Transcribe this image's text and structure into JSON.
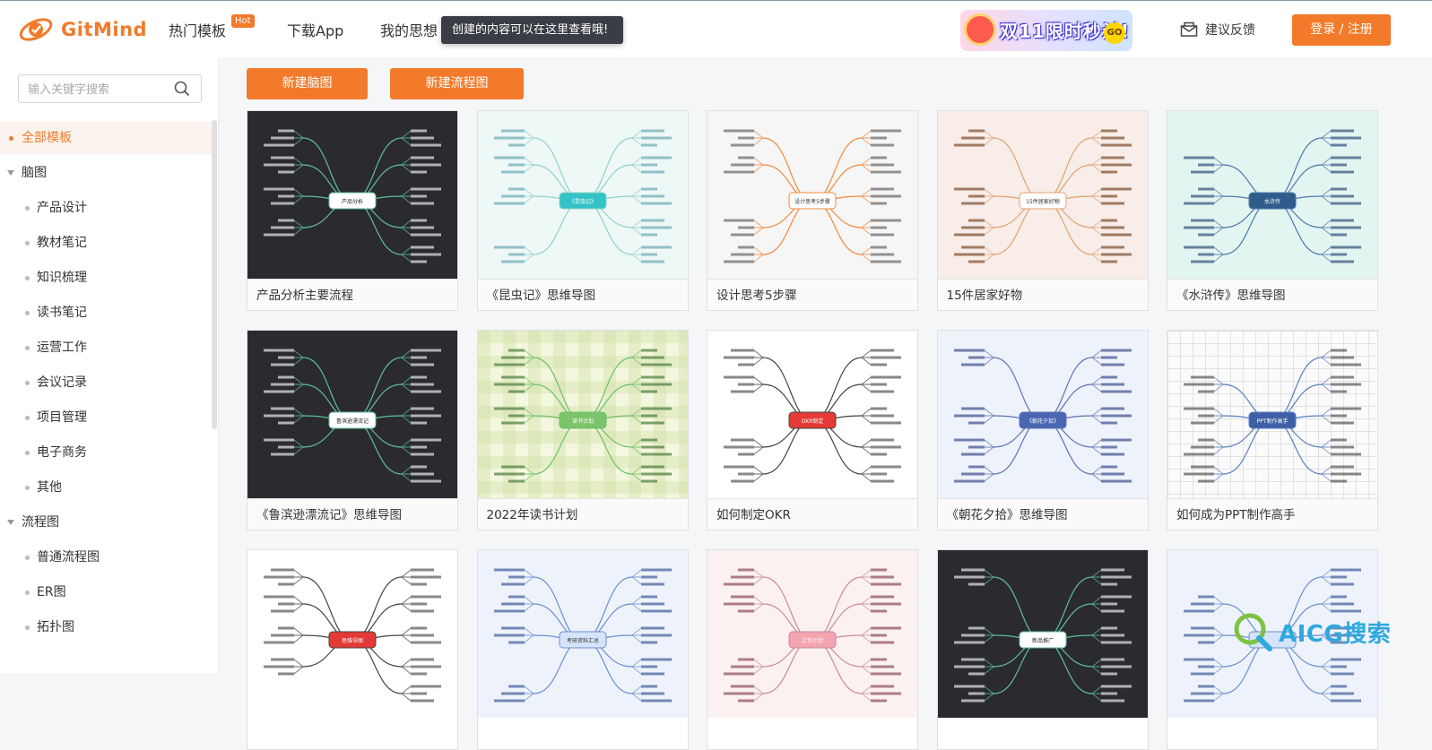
{
  "header": {
    "logo_text": "GitMind",
    "nav": [
      {
        "label": "热门模板"
      },
      {
        "label": "下载App"
      },
      {
        "label": "我的思想"
      }
    ],
    "hot_badge": "Hot",
    "tooltip": "创建的内容可以在这里查看哦!",
    "promo": {
      "text": "双11限时秒杀!",
      "go": "GO"
    },
    "feedback_label": "建议反馈",
    "login_label": "登录 / 注册"
  },
  "sidebar": {
    "search_placeholder": "输入关键字搜索",
    "items": [
      {
        "label": "全部模板",
        "active": true
      },
      {
        "label": "脑图",
        "group": true
      },
      {
        "label": "产品设计"
      },
      {
        "label": "教材笔记"
      },
      {
        "label": "知识梳理"
      },
      {
        "label": "读书笔记"
      },
      {
        "label": "运营工作"
      },
      {
        "label": "会议记录"
      },
      {
        "label": "项目管理"
      },
      {
        "label": "电子商务"
      },
      {
        "label": "其他"
      },
      {
        "label": "流程图",
        "group": true
      },
      {
        "label": "普通流程图"
      },
      {
        "label": "ER图"
      },
      {
        "label": "拓扑图"
      }
    ]
  },
  "toolbar": {
    "new_mindmap": "新建脑图",
    "new_flowchart": "新建流程图"
  },
  "templates": [
    {
      "title": "产品分析主要流程",
      "theme": "dark",
      "center": "产品分析"
    },
    {
      "title": "《昆虫记》思维导图",
      "theme": "mint",
      "center": "《昆虫记》"
    },
    {
      "title": "设计思考5步骤",
      "theme": "light",
      "center": "设计思考5步骤"
    },
    {
      "title": "15件居家好物",
      "theme": "peach",
      "center": "15件居家好物"
    },
    {
      "title": "《水浒传》思维导图",
      "theme": "aqua",
      "center": "水浒传"
    },
    {
      "title": "《鲁滨逊漂流记》思维导图",
      "theme": "dark",
      "center": "鲁滨逊漂流记"
    },
    {
      "title": "2022年读书计划",
      "theme": "check",
      "center": "读书计划"
    },
    {
      "title": "如何制定OKR",
      "theme": "white",
      "center": "OKR制定"
    },
    {
      "title": "《朝花夕拾》思维导图",
      "theme": "lavender",
      "center": "《朝花夕拾》"
    },
    {
      "title": "如何成为PPT制作高手",
      "theme": "grid",
      "center": "PPT制作高手"
    },
    {
      "title": "",
      "theme": "white",
      "center": "思维导图"
    },
    {
      "title": "",
      "theme": "blue",
      "center": "考研资料汇总"
    },
    {
      "title": "",
      "theme": "pink",
      "center": "工作计划"
    },
    {
      "title": "",
      "theme": "dark",
      "center": "新品推广"
    },
    {
      "title": "",
      "theme": "blue",
      "center": ""
    }
  ],
  "watermark": "AICG搜索",
  "colors": {
    "accent": "#f27a2a",
    "promo_accent": "#3b2fd0"
  }
}
